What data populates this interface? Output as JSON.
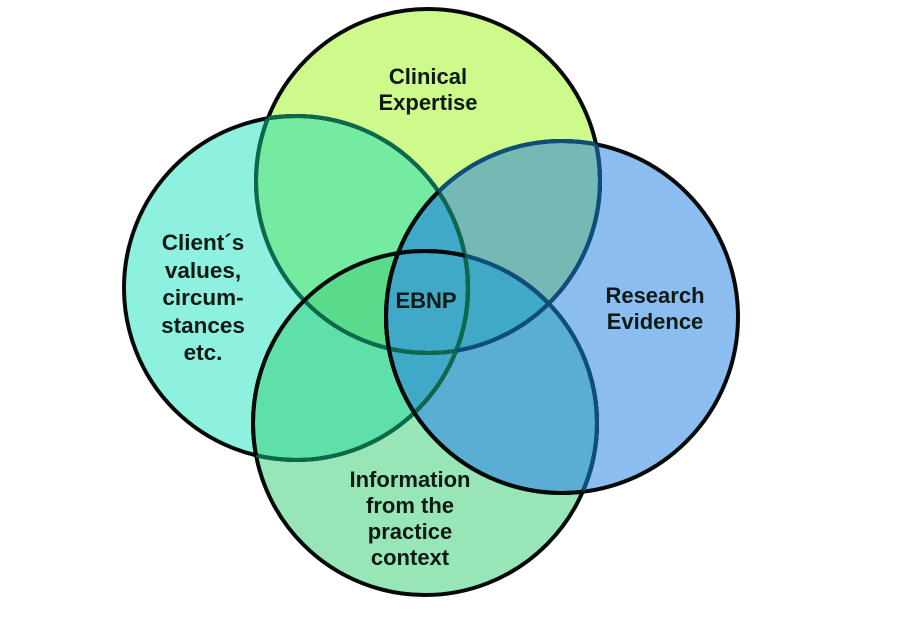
{
  "diagram": {
    "type": "venn",
    "sets": [
      {
        "id": "top",
        "label": "Clinical\nExpertise",
        "color": "#cdfa8a"
      },
      {
        "id": "left",
        "label": "Client´s\nvalues,\ncircum-\nstances\netc.",
        "color": "#8ef0de"
      },
      {
        "id": "right",
        "label": "Research\nEvidence",
        "color": "#8cbdf0"
      },
      {
        "id": "bottom",
        "label": "Information\nfrom the\npractice\ncontext",
        "color": "#98e6b8"
      }
    ],
    "center_label": "EBNP",
    "overlap_colors": {
      "top_left": "#74eba0",
      "top_right": "#76b8b4",
      "left_bottom": "#5fdfaa",
      "right_bottom": "#5aaed4",
      "top_left_bottom": "#59db8c",
      "right_any_two": "#41a9c8"
    },
    "stroke_colors": {
      "outer": "#050a08",
      "inner_green": "#0b6a4c",
      "inner_blue": "#0e4e7c"
    }
  }
}
